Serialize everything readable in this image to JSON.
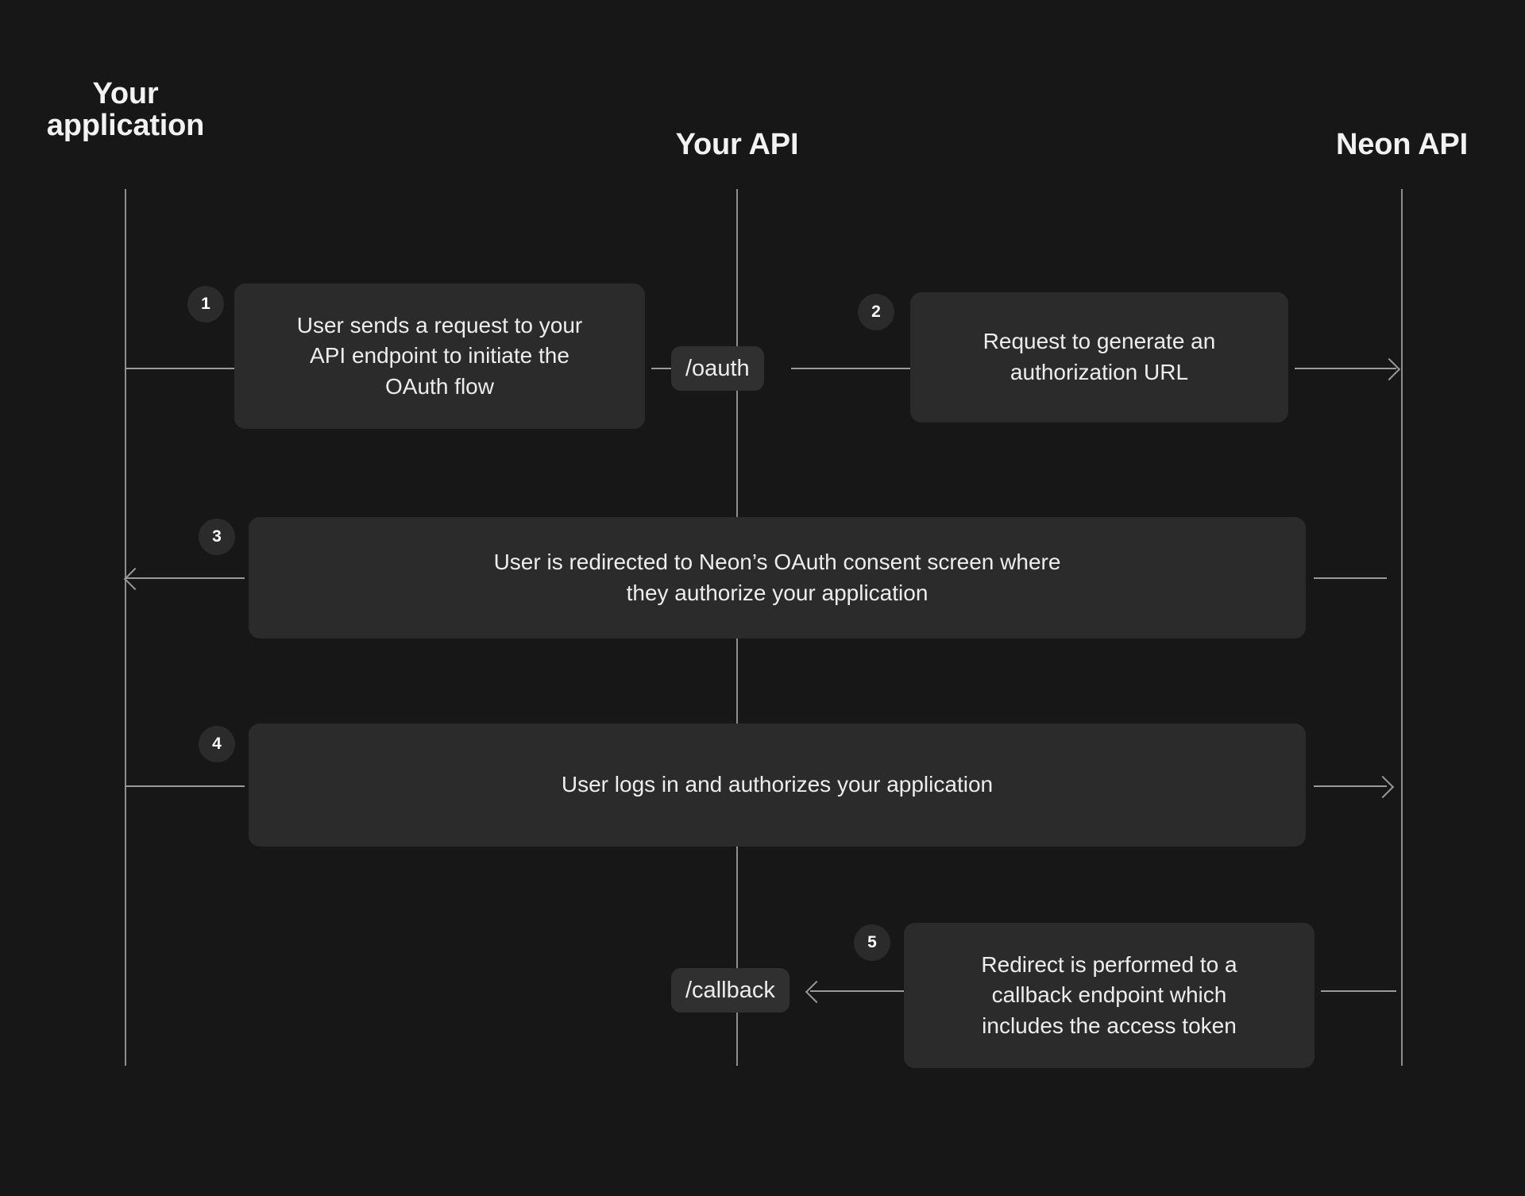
{
  "diagram": {
    "title": "Neon OAuth flow sequence diagram",
    "background_color": "#171717",
    "box_color": "#2b2b2b",
    "line_color": "#9a9a9a",
    "text_color": "#ededed"
  },
  "lanes": [
    {
      "id": "your-application",
      "label": "Your\napplication"
    },
    {
      "id": "your-api",
      "label": "Your API"
    },
    {
      "id": "neon-api",
      "label": "Neon API"
    }
  ],
  "steps": [
    {
      "number": "1",
      "text": "User sends a request to your\nAPI endpoint to initiate the\nOAuth flow",
      "from": "your-application",
      "to": "your-api"
    },
    {
      "number": "2",
      "text": "Request to generate an\nauthorization URL",
      "from": "your-api",
      "to": "neon-api"
    },
    {
      "number": "3",
      "text": "User is redirected to Neon’s OAuth consent screen where\nthey authorize your application",
      "from": "neon-api",
      "to": "your-application"
    },
    {
      "number": "4",
      "text": "User logs in and authorizes your application",
      "from": "your-application",
      "to": "neon-api"
    },
    {
      "number": "5",
      "text": "Redirect is performed to a\ncallback endpoint which\nincludes the access token",
      "from": "neon-api",
      "to": "your-api"
    }
  ],
  "endpoints": [
    {
      "id": "oauth",
      "label": "/oauth"
    },
    {
      "id": "callback",
      "label": "/callback"
    }
  ]
}
